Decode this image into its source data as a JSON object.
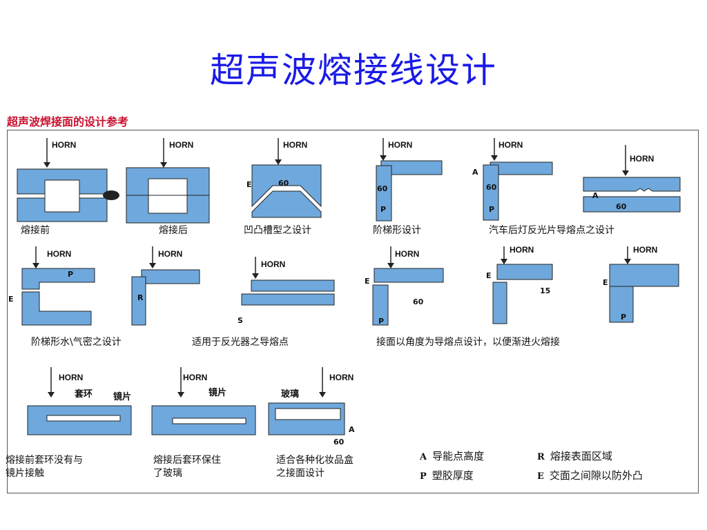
{
  "title": "超声波熔接线设计",
  "subtitle": "超声波焊接面的设计参考",
  "horn_label": "HORN",
  "colors": {
    "part_fill": "#6fa8dc",
    "title": "#1a1ae6",
    "subtitle": "#c8102e",
    "outline": "#222222"
  },
  "row1": [
    {
      "caption": "熔接前"
    },
    {
      "caption": "熔接后"
    },
    {
      "caption": "凹凸槽型之设计",
      "dims": [
        "E",
        "60"
      ]
    },
    {
      "caption": "阶梯形设计",
      "dims": [
        "60",
        "P"
      ]
    },
    {
      "caption": "汽车后灯反光片导熔点之设计",
      "dims": [
        "A",
        "60",
        "P"
      ]
    },
    {
      "dims": [
        "A",
        "60"
      ]
    }
  ],
  "row2": [
    {
      "caption": "阶梯形水\\气密之设计",
      "dims": [
        "P",
        "E"
      ]
    },
    {
      "caption": "适用于反光器之导熔点",
      "dims": [
        "R"
      ]
    },
    {
      "dims": [
        "S"
      ]
    },
    {
      "caption": "接面以角度为导熔点设计，以便渐进火熔接",
      "dims": [
        "E",
        "60",
        "P"
      ]
    },
    {
      "dims": [
        "E",
        "15"
      ]
    },
    {
      "dims": [
        "E",
        "P"
      ]
    }
  ],
  "row3": [
    {
      "caption_line1": "熔接前套环没有与",
      "caption_line2": "镜片接触",
      "labels": [
        "套环",
        "镜片"
      ]
    },
    {
      "caption_line1": "熔接后套环保住",
      "caption_line2": "了玻璃",
      "labels": [
        "镜片"
      ]
    },
    {
      "caption_line1": "适合各种化妆品盒",
      "caption_line2": "之接面设计",
      "labels": [
        "玻璃",
        "60",
        "A"
      ]
    }
  ],
  "legend": [
    {
      "key": "A",
      "text": "导能点高度"
    },
    {
      "key": "R",
      "text": "熔接表面区域"
    },
    {
      "key": "P",
      "text": "塑胶厚度"
    },
    {
      "key": "E",
      "text": "交面之间隙以防外凸"
    }
  ]
}
